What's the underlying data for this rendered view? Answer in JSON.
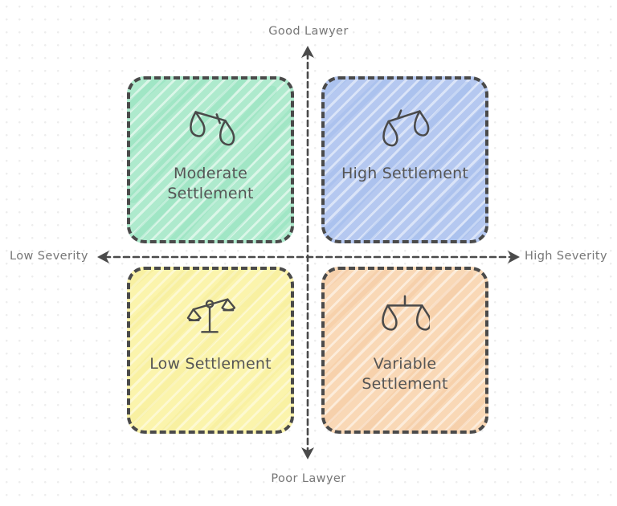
{
  "diagram": {
    "type": "quadrant-matrix",
    "axes": {
      "y_top_label": "Good Lawyer",
      "y_bottom_label": "Poor Lawyer",
      "x_left_label": "Low Severity",
      "x_right_label": "High Severity"
    },
    "colors": {
      "background": "#ffffff",
      "grid_dot": "#ededed",
      "axis": "#4a4a4a",
      "axis_label_text": "#777777",
      "card_border": "#4a4a4a",
      "card_title_text": "#555555",
      "quadrant_moderate": "#aeeacd",
      "quadrant_high": "#b5c8f0",
      "quadrant_low": "#fbf4ac",
      "quadrant_variable": "#f9d8b6"
    },
    "quadrants": [
      {
        "id": "moderate",
        "position": "top-left",
        "title": "Moderate\nSettlement",
        "title_line1": "Moderate",
        "title_line2": "Settlement",
        "icon": "scales-tilted-left-icon",
        "fill": "#aeeacd"
      },
      {
        "id": "high",
        "position": "top-right",
        "title": "High Settlement",
        "title_line1": "High Settlement",
        "title_line2": "",
        "icon": "scales-tilted-right-icon",
        "fill": "#b5c8f0"
      },
      {
        "id": "low",
        "position": "bottom-left",
        "title": "Low Settlement",
        "title_line1": "Low Settlement",
        "title_line2": "",
        "icon": "scales-on-stand-icon",
        "fill": "#fbf4ac"
      },
      {
        "id": "variable",
        "position": "bottom-right",
        "title": "Variable\nSettlement",
        "title_line1": "Variable",
        "title_line2": "Settlement",
        "icon": "scales-balanced-icon",
        "fill": "#f9d8b6"
      }
    ]
  }
}
